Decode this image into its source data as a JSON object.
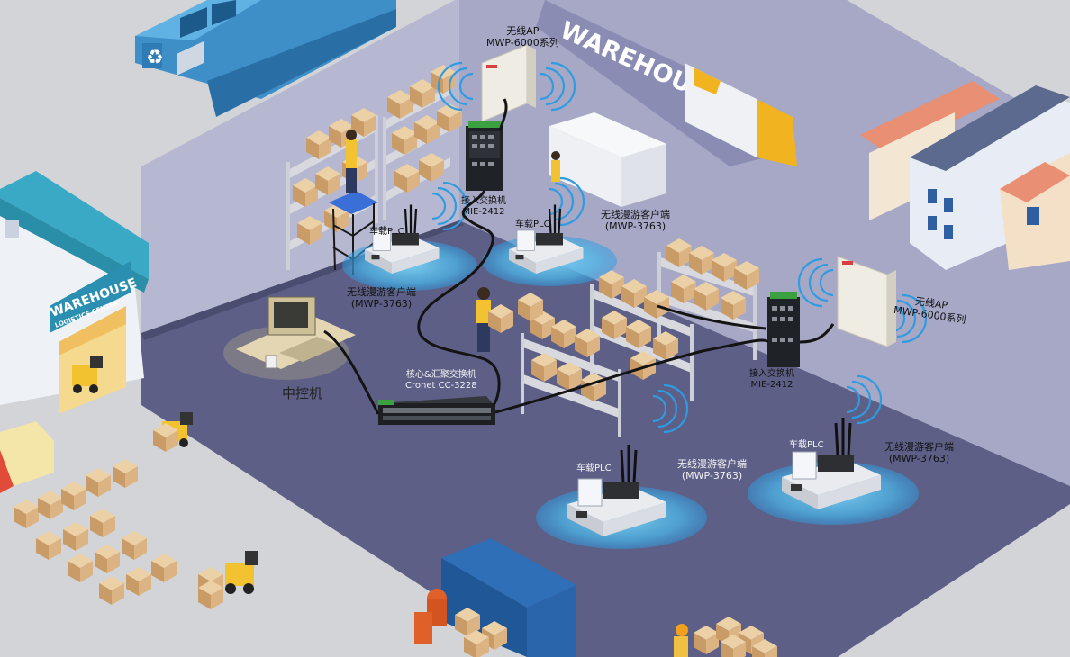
{
  "signs": {
    "warehouse_roof": "WAREHOUSE",
    "logistics_title": "WAREHOUSE",
    "logistics_sub": "LOGISTICS CENTER"
  },
  "labels": {
    "ap_top_1": "无线AP",
    "ap_top_2": "MWP-6000系列",
    "switch_top_1": "接入交换机",
    "switch_top_2": "MIE-2412",
    "plc_left": "车载PLC",
    "client_left_1": "无线漫游客户端",
    "client_left_2": "(MWP-3763)",
    "plc_mid": "车载PLC",
    "client_mid_1": "无线漫游客户端",
    "client_mid_2": "(MWP-3763)",
    "ap_right_1": "无线AP",
    "ap_right_2": "MWP-6000系列",
    "switch_right_1": "接入交换机",
    "switch_right_2": "MIE-2412",
    "control": "中控机",
    "core_1": "核心&汇聚交换机",
    "core_2": "Cronet  CC-3228",
    "plc_bottom": "车载PLC",
    "client_bottom_1": "无线漫游客户端",
    "client_bottom_2": "(MWP-3763)",
    "plc_right": "车载PLC",
    "client_right_1": "无线漫游客户端",
    "client_right_2": "(MWP-3763)"
  },
  "colors": {
    "floor": "#5d5f86",
    "back_wall": "#b9bbd3",
    "side_wall": "#a9abc8",
    "ground": "#d3d4d8",
    "signal": "#2f9be0",
    "cable": "#141414",
    "box": "#d9b488"
  }
}
